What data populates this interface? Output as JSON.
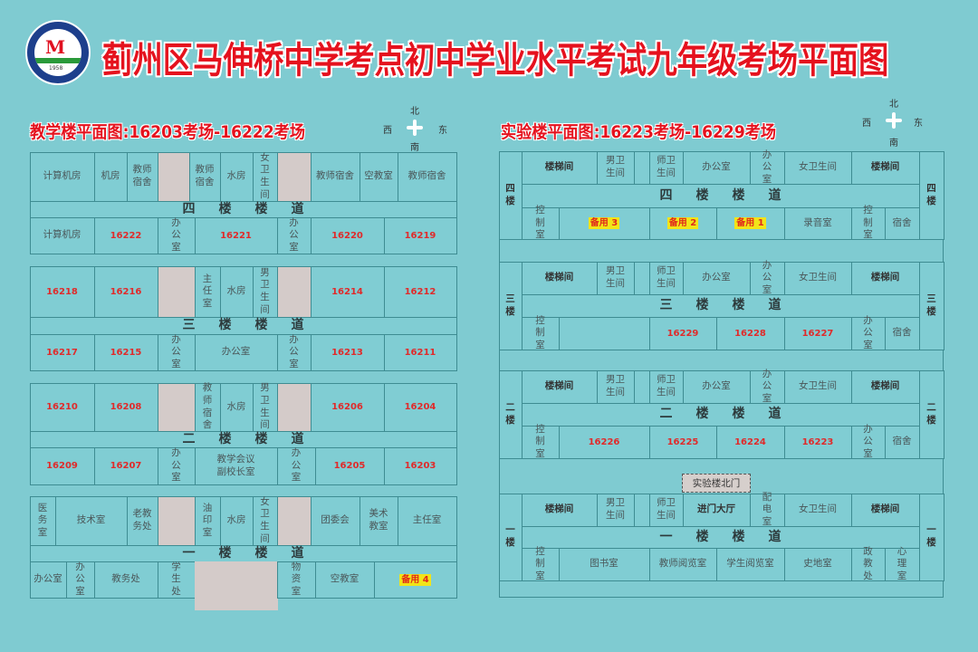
{
  "title": "蓟州区马伸桥中学考点初中学业水平考试九年级考场平面图",
  "logo": {
    "year": "1958"
  },
  "compass": {
    "north": "北",
    "south": "南",
    "east": "东",
    "west": "西"
  },
  "teaching_building": {
    "heading": "教学楼平面图:16203考场-16222考场",
    "floors": [
      {
        "corridor": "四楼楼道",
        "top": [
          "计算机房",
          "机房",
          "教师宿舍",
          "教师宿舍",
          "水房",
          "女卫生间",
          "教师宿舍",
          "空教室",
          "教师宿舍"
        ],
        "bottom": [
          "计算机房",
          "16222",
          "办公室",
          "16221",
          "办公室",
          "16220",
          "16219"
        ]
      },
      {
        "corridor": "三楼楼道",
        "top": [
          "16218",
          "16216",
          "主任室",
          "水房",
          "男卫生间",
          "16214",
          "16212"
        ],
        "bottom": [
          "16217",
          "16215",
          "办公室",
          "办公室",
          "办公室",
          "16213",
          "16211"
        ]
      },
      {
        "corridor": "二楼楼道",
        "top": [
          "16210",
          "16208",
          "教师宿舍",
          "水房",
          "男卫生间",
          "16206",
          "16204"
        ],
        "bottom": [
          "16209",
          "16207",
          "办公室",
          "教学会议副校长室",
          "办公室",
          "16205",
          "16203"
        ]
      },
      {
        "corridor": "一楼楼道",
        "top": [
          "医务室",
          "技术室",
          "老教务处",
          "油印室",
          "水房",
          "女卫生间",
          "团委会",
          "美术教室",
          "主任室"
        ],
        "bottom": [
          "办公室",
          "办公室",
          "教务处",
          "学生处",
          "物资室",
          "空教室",
          "备用 4"
        ]
      }
    ]
  },
  "lab_building": {
    "heading": "实验楼平面图:16223考场-16229考场",
    "north_gate": "实验楼北门",
    "floors": [
      {
        "label": "四楼",
        "corridor": "四楼楼道",
        "top": [
          "楼梯间",
          "男卫生间",
          "师卫生间",
          "办公室",
          "办公室",
          "女卫生间",
          "楼梯间"
        ],
        "bottom": [
          "控制室",
          "备用 3",
          "备用 2",
          "备用 1",
          "录音室",
          "控制室",
          "宿舍"
        ]
      },
      {
        "label": "三楼",
        "corridor": "三楼楼道",
        "top": [
          "楼梯间",
          "男卫生间",
          "师卫生间",
          "办公室",
          "办公室",
          "女卫生间",
          "楼梯间"
        ],
        "bottom": [
          "控制室",
          "",
          "16229",
          "16228",
          "16227",
          "办公室",
          "宿舍"
        ]
      },
      {
        "label": "二楼",
        "corridor": "二楼楼道",
        "top": [
          "楼梯间",
          "男卫生间",
          "师卫生间",
          "办公室",
          "办公室",
          "女卫生间",
          "楼梯间"
        ],
        "bottom": [
          "控制室",
          "16226",
          "16225",
          "16224",
          "16223",
          "办公室",
          "宿舍"
        ]
      },
      {
        "label": "一楼",
        "corridor": "一楼楼道",
        "top": [
          "楼梯间",
          "男卫生间",
          "师卫生间",
          "进门大厅",
          "配电室",
          "女卫生间",
          "楼梯间"
        ],
        "bottom": [
          "控制室",
          "图书室",
          "教师阅览室",
          "学生阅览室",
          "史地室",
          "政教处",
          "心理室"
        ]
      }
    ]
  }
}
